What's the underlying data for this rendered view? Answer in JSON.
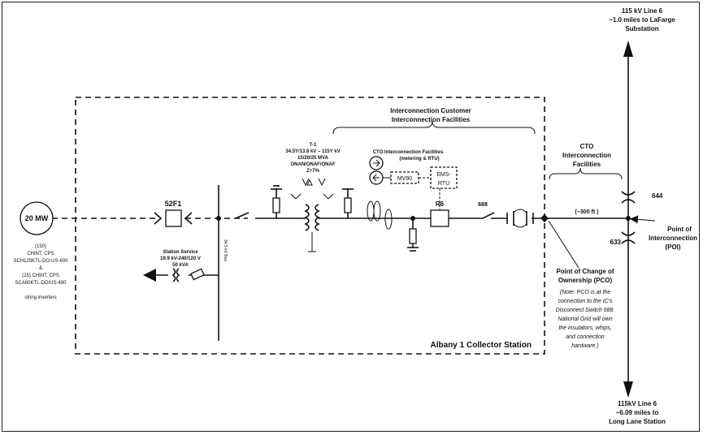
{
  "line_north": {
    "l1": "115 kV Line 6",
    "l2": "~1.0 miles to LaFarge",
    "l3": "Substation"
  },
  "line_south": {
    "l1": "115kV Line 6",
    "l2": "~6.09 miles to",
    "l3": "Long Lane Station"
  },
  "source": {
    "mw": "20 MW",
    "notes": [
      "(150)",
      "CHINT, CPS",
      "SCH125KTL-DO-US-600",
      "&",
      "(25) CHINT, CPS",
      "SCA60KTL-DO/US-480",
      "",
      "string inverters"
    ]
  },
  "breaker_52f1": "52F1",
  "bus_label": "34.5 kV Bus",
  "station_service": {
    "l1": "Station Service",
    "l2": "19.9 kV-240/120 V",
    "l3": "50 kVA"
  },
  "transformer": {
    "l1": "T-1",
    "l2": "34.5Y/13.8 kV – 115Y kV",
    "l3": "15/20/25 MVA",
    "l4": "ONAN/ONAF/ONAF",
    "l5": "Z=7%"
  },
  "customer_facilities": {
    "l1": "Interconnection Customer",
    "l2": "Interconnection  Facilities"
  },
  "cto_metering": {
    "l1": "CTO   Interconnection Facilities",
    "l2": "(metering & RTU)"
  },
  "mv90": "MV90",
  "ems_rtu": {
    "l1": "EMS-",
    "l2": "RTU"
  },
  "r6": "R6",
  "switch_688": "688",
  "cto_facilities": {
    "l1": "CTO",
    "l2": "Interconnection",
    "l3": "Facilities"
  },
  "distance": "(~300 ft )",
  "switch_644": "644",
  "switch_633": "633",
  "poi": {
    "l1": "Point of",
    "l2": "Interconnection",
    "l3": "(POI)"
  },
  "pco": {
    "l1": "Point of Change of",
    "l2": "Ownership (PCO)"
  },
  "pco_note": [
    "(Note: PCO is at the",
    "connection to the IC's",
    "Disconnect Switch 688.",
    "National Grid will own",
    "the insulators, whips,",
    "and connection",
    "hardware.)"
  ],
  "station_name": "Albany 1 Collector Station"
}
